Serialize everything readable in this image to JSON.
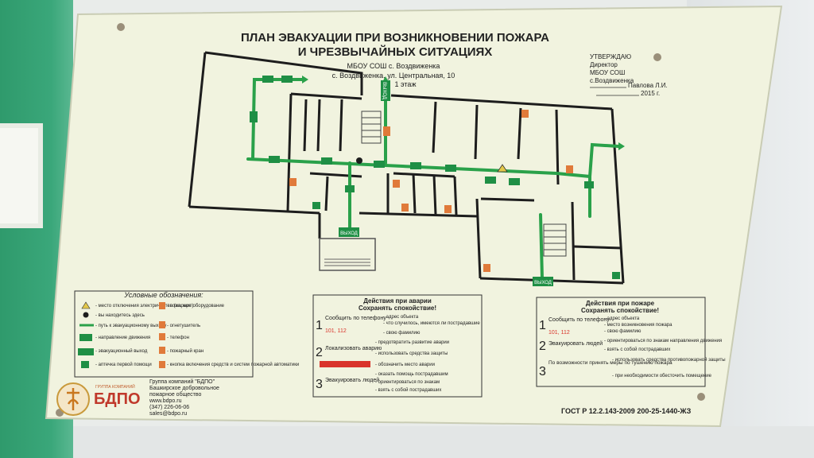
{
  "title": {
    "line1": "ПЛАН ЭВАКУАЦИИ ПРИ ВОЗНИКНОВЕНИИ ПОЖАРА",
    "line2": "И ЧРЕЗВЫЧАЙНЫХ СИТУАЦИЯХ",
    "org": "МБОУ СОШ с. Воздвиженка",
    "address": "с. Воздвиженка, ул. Центральная, 10",
    "floor": "1 этаж"
  },
  "approval": {
    "heading": "УТВЕРЖДАЮ",
    "role": "Директор",
    "org": "МБОУ СОШ",
    "place": "с.Воздвиженка",
    "signer": "Павлова Л.И.",
    "year": "2015 г."
  },
  "exit_label": "ВЫХОД",
  "legend": {
    "heading": "Условные обозначения:",
    "left_items": [
      "- место отключения электричества (эл. щит)",
      "- вы находитесь здесь",
      "- путь к эвакуационному выходу",
      "- направление движения",
      "- эвакуационный выход",
      "- аптечка первой помощи"
    ],
    "right_items": [
      "- пожарное оборудование",
      "- огнетушитель",
      "- телефон",
      "- пожарный кран",
      "- кнопка включения средств и систем пожарной автоматики"
    ]
  },
  "accident": {
    "heading1": "Действия при аварии",
    "heading2": "Сохранять спокойствие!",
    "step1_title": "Сообщить по телефону",
    "step1_phones": "101, 112",
    "step1_items": [
      "- адрес объекта",
      "- что случилось, имеются ли пострадавшие",
      "- свою фамилию"
    ],
    "step2_title": "Локализовать аварию",
    "step2_items": [
      "- предотвратить развитие аварии",
      "- использовать средства защиты",
      "- обозначить место аварии"
    ],
    "step3_title": "Эвакуировать людей",
    "step3_items": [
      "- оказать помощь пострадавшим",
      "- ориентироваться по знакам",
      "- взять с собой пострадавших"
    ]
  },
  "fire": {
    "heading1": "Действия при пожаре",
    "heading2": "Сохранять спокойствие!",
    "step1_title": "Сообщить по телефону",
    "step1_phones": "101, 112",
    "step1_items": [
      "- адрес объекта",
      "- место возникновения пожара",
      "- свою фамилию"
    ],
    "step2_title": "Эвакуировать людей",
    "step2_items": [
      "- ориентироваться по знакам направления движения",
      "- взять с собой пострадавших"
    ],
    "step3_title": "По возможности принять меры по тушению пожара",
    "step3_items": [
      "- использовать средства противопожарной защиты",
      "- при необходимости обесточить помещение"
    ]
  },
  "company": {
    "brand": "БДПО",
    "group_tag": "ГРУППА КОМПАНИЙ",
    "name": "Группа компаний \"БДПО\"",
    "line2": "Башкирское добровольное",
    "line3": "пожарное общество",
    "site": "www.bdpo.ru",
    "phone": "(347) 226-06-06",
    "email": "sales@bdpo.ru"
  },
  "standard": "ГОСТ Р 12.2.143-2009 200-25-1440-ЖЗ",
  "colors": {
    "plate": "#f1f3df",
    "route_green": "#2aa14a",
    "sign_green": "#1f8f45",
    "fire_red": "#e07a3a",
    "wall": "#1d1d1d"
  }
}
